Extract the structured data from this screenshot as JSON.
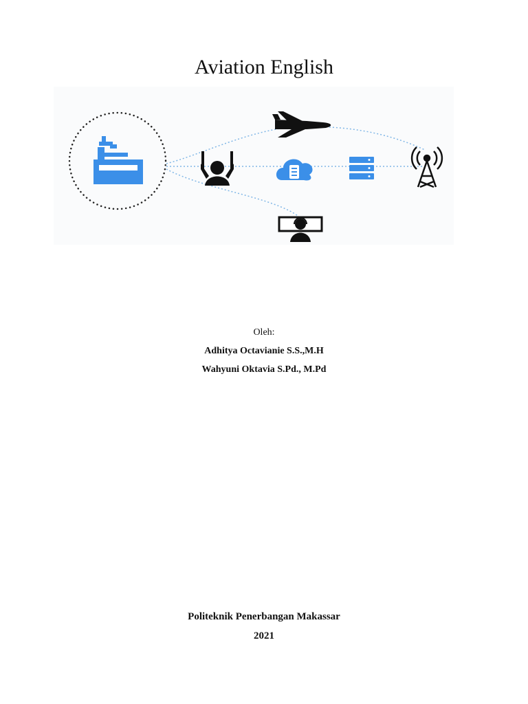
{
  "cover": {
    "title": "Aviation English",
    "by_label": "Oleh:",
    "authors": [
      "Adhitya Octavianie S.S.,M.H",
      "Wahyuni Oktavia S.Pd., M.Pd"
    ],
    "institution": "Politeknik Penerbangan Makassar",
    "year": "2021"
  },
  "illustration": {
    "accent_color": "#3b8fe8",
    "dark_color": "#111111",
    "icons": [
      "control-tower-icon",
      "airplane-icon",
      "operator-headset-icon",
      "cloud-database-icon",
      "server-rack-icon",
      "radio-tower-icon",
      "monitor-operator-icon"
    ]
  }
}
